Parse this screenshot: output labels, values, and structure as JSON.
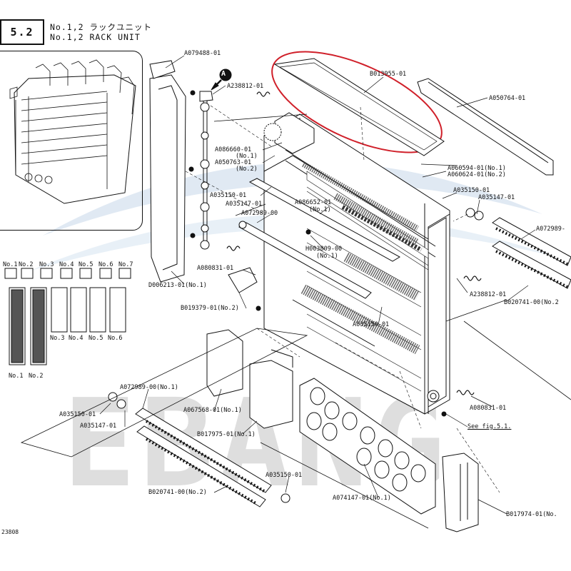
{
  "header": {
    "section": "5.2",
    "title_jp": "No.1,2 ラックユニット",
    "title_en": "No.1,2 RACK UNIT"
  },
  "watermark": "EBANG",
  "callout_letter": "A",
  "labels": {
    "A079488": "A079488-01",
    "A238812_top": "A238812-01",
    "B013955": "B013955-01",
    "A050764": "A050764-01",
    "A086660": "A086660-01",
    "A086660_no": "(No.1)",
    "A050763": "A050763-01",
    "A050763_no": "(No.2)",
    "A060594": "A060594-01(No.1)",
    "A060624": "A060624-01(No.2)",
    "A035150_r": "A035150-01",
    "A035147_r": "A035147-01",
    "A072989_r": "A072989-",
    "A035150_m": "A035150-01",
    "A035147_m": "A035147-01",
    "A072989_m": "A072989-00",
    "A086652": "A086652-01",
    "A086652_no": "(No.1)",
    "H003809": "H003809-00",
    "H003809_no": "(No.1)",
    "A080831_m": "A080831-01",
    "D006213": "D006213-01(No.1)",
    "B019379": "B019379-01(No.2)",
    "A238812_r": "A238812-01",
    "B020741_r": "B020741-00(No.2",
    "A035150_c": "A035150-01",
    "A072989_l": "A072989-00(No.1)",
    "A035150_l": "A035150-01",
    "A035147_l": "A035147-01",
    "A067568": "A067568-01(No.1)",
    "B017975": "B017975-01(No.1)",
    "A080831_b": "A080831-01",
    "see_fig": "See fig.5.1.",
    "A035150_b": "A035150-01",
    "B020741_b": "B020741-00(No.2)",
    "A074147": "A074147-01(No.1)",
    "B017974": "B017974-01(No.",
    "footer_code": "23808"
  },
  "filters_top": [
    "No.1",
    "No.2",
    "No.3",
    "No.4",
    "No.5",
    "No.6",
    "No.7"
  ],
  "filters_bottom": [
    "No.3",
    "No.4",
    "No.5",
    "No.6"
  ],
  "filters_bottom_left": [
    "No.1",
    "No.2"
  ],
  "colors": {
    "line": "#111111",
    "highlight": "#d0202a",
    "watermark": "#dcdcdc",
    "watermark_swoosh": "#d8e4f0"
  }
}
